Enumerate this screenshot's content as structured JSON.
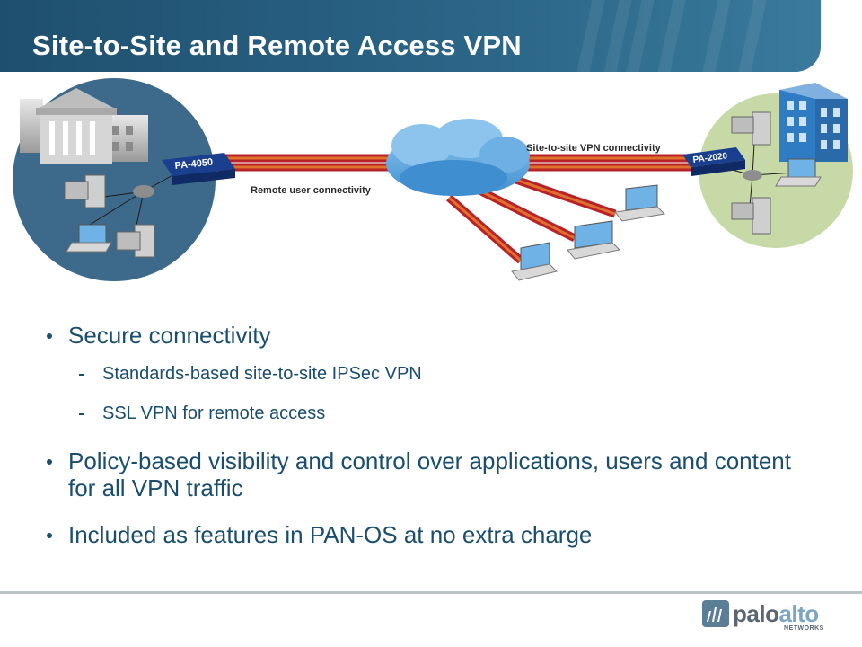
{
  "slide": {
    "title": "Site-to-Site and Remote Access VPN"
  },
  "diagram": {
    "left_firewall": "PA-4050",
    "right_firewall": "PA-2020",
    "label_site_to_site": "Site-to-site VPN connectivity",
    "label_remote_user": "Remote user connectivity"
  },
  "bullets": [
    {
      "text": "Secure connectivity",
      "sub": [
        "Standards-based site-to-site IPSec VPN",
        "SSL VPN for remote access"
      ]
    },
    {
      "text": "Policy-based visibility and control over applications, users and content for all VPN traffic"
    },
    {
      "text": "Included as features in PAN-OS at no extra charge"
    }
  ],
  "logo": {
    "name_part1": "palo",
    "name_part2": "alto",
    "sub": "NETWORKS"
  },
  "colors": {
    "title_bar": "#1f4f6e",
    "text": "#1b4d6d",
    "tunnel_red": "#c1272d",
    "tunnel_orange": "#e06a2b",
    "cloud": "#5fa8e0",
    "site_left": "#3d6a8a",
    "site_right": "#c7d9a6"
  }
}
